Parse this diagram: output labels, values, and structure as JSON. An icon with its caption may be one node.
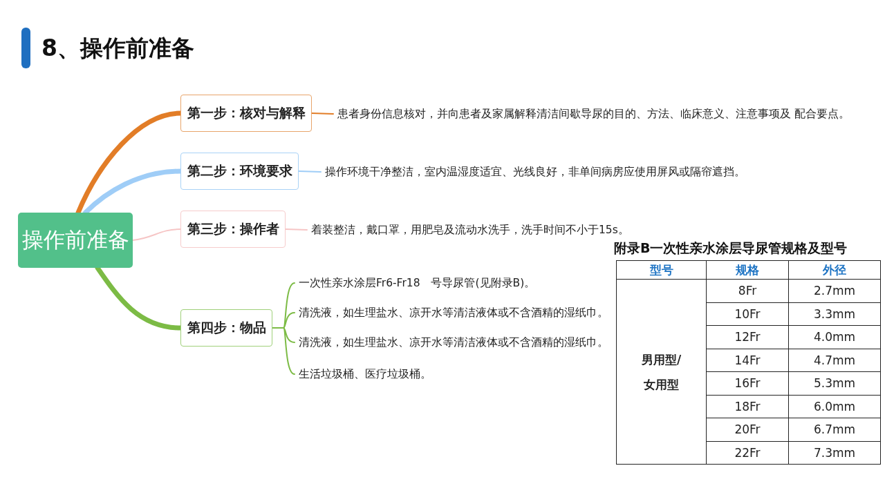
{
  "diagram": {
    "title": "8、操作前准备",
    "nodes": [
      {
        "text": [
          "操作前准备"
        ]
      },
      {
        "text": [
          "第一步：核对与解释"
        ]
      },
      {
        "text": [
          "患者身份信息核对，并向患者及家属解释清洁间歇导尿的目的、方法、临床意义、注意事项及 配合要点。"
        ]
      },
      {
        "text": [
          "第二步：环境要求"
        ]
      },
      {
        "text": [
          "操作环境干净整洁，室内温湿度适宜、光线良好，非单间病房应使用屏风或隔帘遮挡。"
        ]
      },
      {
        "text": [
          "第三步：操作者"
        ]
      },
      {
        "text": [
          "着装整洁，戴口罩，用肥皂及流动水洗手，洗手时间不小于15s。"
        ]
      },
      {
        "text": [
          "第四步：物品"
        ]
      },
      {
        "text": [
          "一次性亲水涂层Fr6-Fr18　号导尿管(见附录B)。"
        ]
      },
      {
        "text": [
          "清洗液，如生理盐水、凉开水等清洁液体或不含酒精的湿纸巾。"
        ]
      },
      {
        "text": [
          "清洗液，如生理盐水、凉开水等清洁液体或不含酒精的湿纸巾。"
        ]
      },
      {
        "text": [
          "生活垃圾桶、医疗垃圾桶。"
        ]
      }
    ],
    "edges": [
      {
        "from": 0,
        "to": 1,
        "arrow": "none",
        "style": "thick",
        "color": "#e27d27"
      },
      {
        "from": 0,
        "to": 3,
        "arrow": "none",
        "style": "thick",
        "color": "#9fcdf7"
      },
      {
        "from": 0,
        "to": 5,
        "arrow": "none",
        "color": "#f6c5c5"
      },
      {
        "from": 0,
        "to": 7,
        "arrow": "none",
        "style": "thick"
      },
      {
        "from": 1,
        "to": 2,
        "arrow": "none",
        "color": "#e27d27"
      },
      {
        "from": 3,
        "to": 4,
        "arrow": "none",
        "color": "#9fcdf7"
      },
      {
        "from": 5,
        "to": 6,
        "arrow": "none",
        "color": "#f6c5c5"
      },
      {
        "from": 7,
        "to": 8,
        "arrow": "none"
      },
      {
        "from": 7,
        "to": 9,
        "arrow": "none"
      },
      {
        "from": 7,
        "to": 10,
        "arrow": "none"
      },
      {
        "from": 7,
        "to": 11,
        "arrow": "none"
      }
    ],
    "labels": [
      "附录B一次性亲水涂层导尿管规格及型号",
      "型号",
      "规格",
      "外径",
      "男用型/女用型",
      "8Fr",
      "2.7mm",
      "10Fr",
      "3.3mm",
      "12Fr",
      "4.0mm",
      "14Fr",
      "4.7mm",
      "16Fr",
      "5.3mm",
      "18Fr",
      "6.0mm",
      "20Fr",
      "6.7mm",
      "22Fr",
      "7.3mm"
    ]
  }
}
